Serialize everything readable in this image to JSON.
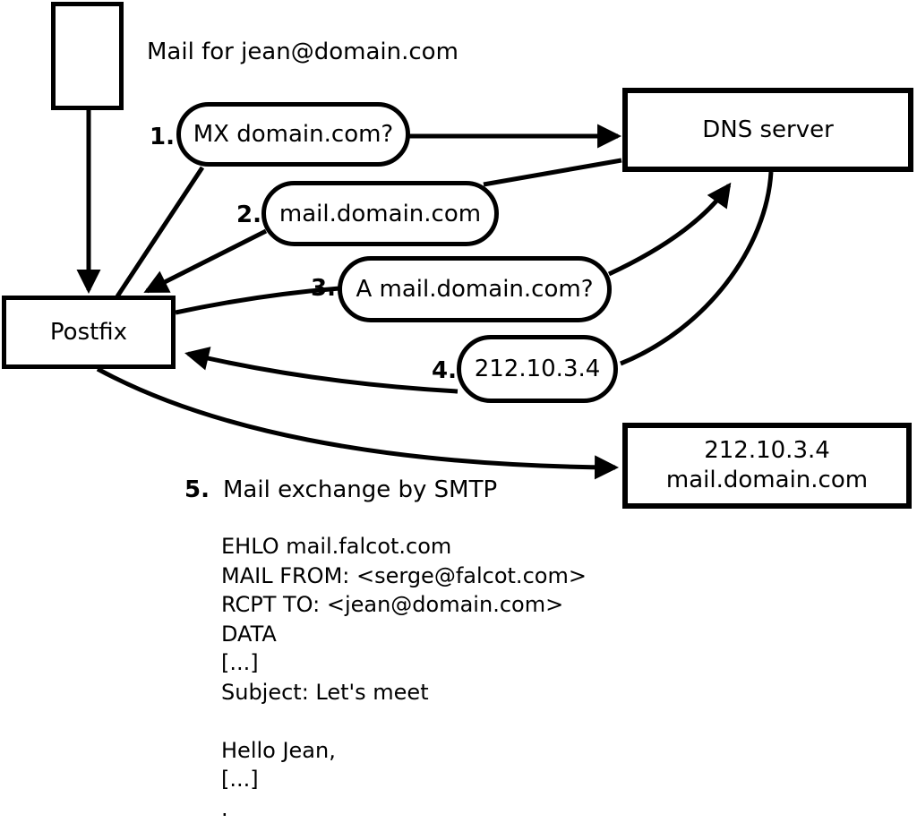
{
  "diagram": {
    "title": "Mail for jean@domain.com",
    "nodes": {
      "postfix": {
        "label": "Postfix"
      },
      "dns": {
        "label": "DNS server"
      },
      "mailserver": {
        "line1": "212.10.3.4",
        "line2": "mail.domain.com"
      }
    },
    "steps": [
      {
        "num": "1.",
        "label": "MX domain.com?"
      },
      {
        "num": "2.",
        "label": "mail.domain.com"
      },
      {
        "num": "3.",
        "label": "A mail.domain.com?"
      },
      {
        "num": "4.",
        "label": "212.10.3.4"
      },
      {
        "num": "5.",
        "label": "Mail exchange by SMTP"
      }
    ],
    "smtp_session": [
      "EHLO mail.falcot.com",
      "MAIL FROM: <serge@falcot.com>",
      "RCPT TO: <jean@domain.com>",
      "DATA",
      "[...]",
      "Subject: Let's meet",
      "",
      "Hello Jean,",
      "[...]",
      "."
    ],
    "colors": {
      "stroke": "#000000",
      "background": "#ffffff"
    }
  }
}
